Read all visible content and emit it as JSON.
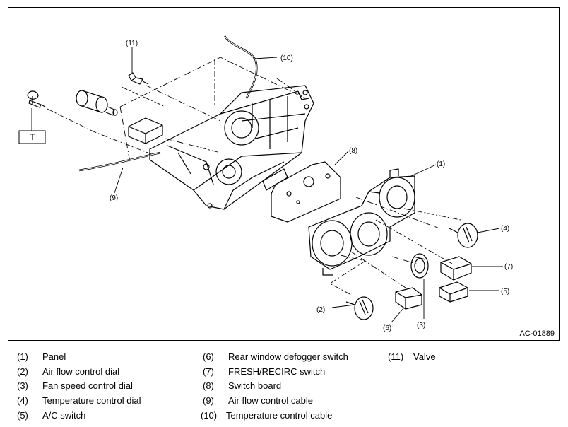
{
  "figure": {
    "code": "AC-01889",
    "torque_marker": "T",
    "callouts": [
      "(1)",
      "(2)",
      "(3)",
      "(4)",
      "(5)",
      "(6)",
      "(7)",
      "(8)",
      "(9)",
      "(10)",
      "(11)"
    ]
  },
  "legend": [
    {
      "num": "(1)",
      "text": "Panel"
    },
    {
      "num": "(2)",
      "text": "Air flow control dial"
    },
    {
      "num": "(3)",
      "text": "Fan speed control dial"
    },
    {
      "num": "(4)",
      "text": "Temperature control dial"
    },
    {
      "num": "(5)",
      "text": "A/C switch"
    },
    {
      "num": "(6)",
      "text": "Rear window defogger switch"
    },
    {
      "num": "(7)",
      "text": "FRESH/RECIRC switch"
    },
    {
      "num": "(8)",
      "text": "Switch board"
    },
    {
      "num": "(9)",
      "text": "Air flow control cable"
    },
    {
      "num": "(10)",
      "text": "Temperature control cable"
    },
    {
      "num": "(11)",
      "text": "Valve"
    }
  ]
}
